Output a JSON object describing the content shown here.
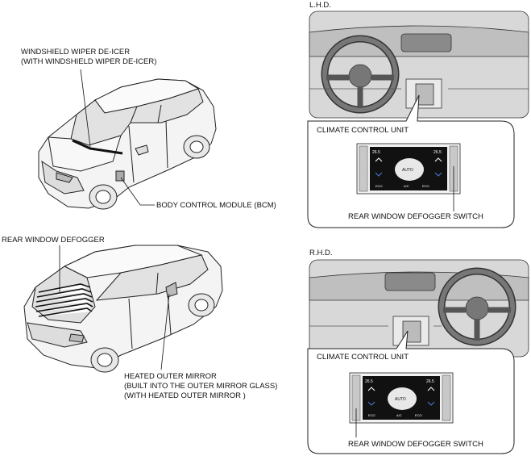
{
  "labels": {
    "wiper_deicer_line1": "WINDSHIELD WIPER DE-ICER",
    "wiper_deicer_line2": "(WITH WINDSHIELD WIPER DE-ICER)",
    "bcm": "BODY CONTROL MODULE (BCM)",
    "rear_defogger": "REAR WINDOW DEFOGGER",
    "mirror_line1": "HEATED OUTER MIRROR",
    "mirror_line2": "(BUILT INTO THE OUTER MIRROR GLASS)",
    "mirror_line3": "(WITH HEATED OUTER MIRROR )",
    "lhd": "L.H.D.",
    "rhd": "R.H.D.",
    "climate_lhd": "CLIMATE CONTROL UNIT",
    "defogger_switch_lhd": "REAR WINDOW DEFOGGER SWITCH",
    "climate_rhd": "CLIMATE CONTROL UNIT",
    "defogger_switch_rhd": "REAR WINDOW DEFOGGER SWITCH"
  },
  "panel_lhd": {
    "temp_left": "26.5",
    "temp_right": "26.5",
    "center": "AUTO",
    "bottom_left": "ECO",
    "bottom_mid": "A/C",
    "bottom_right": "ECO"
  },
  "panel_rhd": {
    "temp_left": "26.5",
    "temp_right": "26.5",
    "center": "AUTO",
    "bottom_left": "ECO",
    "bottom_mid": "A/C",
    "bottom_right": "ECO"
  }
}
